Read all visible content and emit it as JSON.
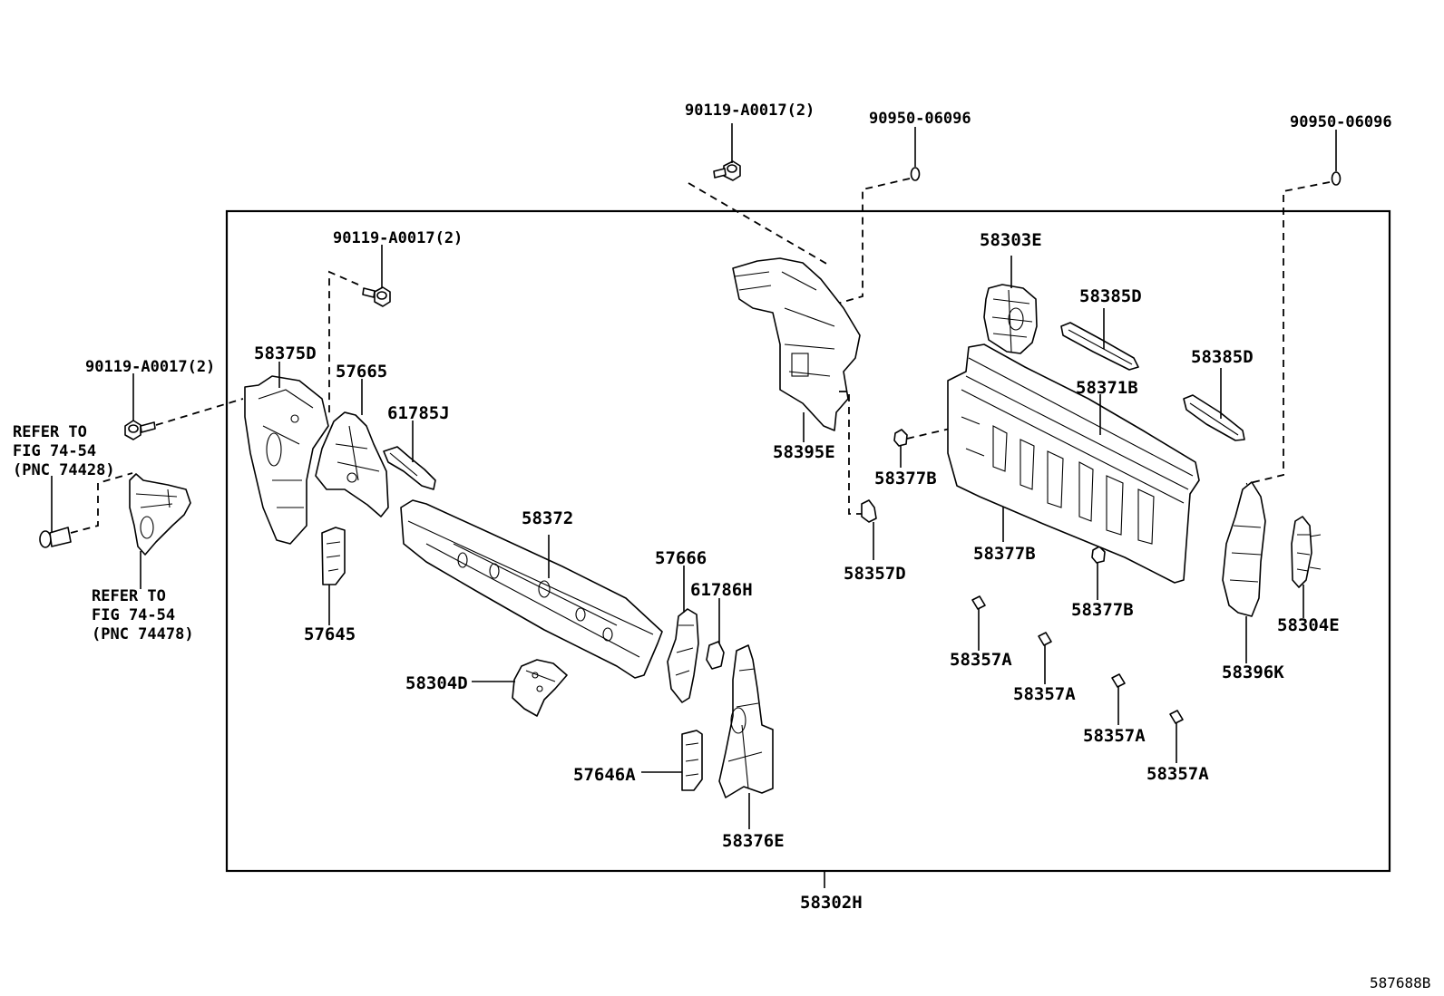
{
  "diagram_id": "587688B",
  "labels": {
    "bolt_top": "90119-A0017(2)",
    "plug_top": "90950-06096",
    "plug_right": "90950-06096",
    "bolt_mid": "90119-A0017(2)",
    "bolt_left": "90119-A0017(2)",
    "refer_top_1": "REFER TO",
    "refer_top_2": "FIG 74-54",
    "refer_top_3": "(PNC 74428)",
    "refer_bot_1": "REFER TO",
    "refer_bot_2": "FIG 74-54",
    "refer_bot_3": "(PNC 74478)",
    "p58375D": "58375D",
    "p57665": "57665",
    "p61785J": "61785J",
    "p57645": "57645",
    "p58372": "58372",
    "p58304D": "58304D",
    "p57666": "57666",
    "p61786H": "61786H",
    "p57646A": "57646A",
    "p58376E": "58376E",
    "p58395E": "58395E",
    "p58303E": "58303E",
    "p58385D_a": "58385D",
    "p58385D_b": "58385D",
    "p58371B": "58371B",
    "p58377B_a": "58377B",
    "p58377B_b": "58377B",
    "p58377B_c": "58377B",
    "p58357D": "58357D",
    "p58357A_a": "58357A",
    "p58357A_b": "58357A",
    "p58357A_c": "58357A",
    "p58357A_d": "58357A",
    "p58396K": "58396K",
    "p58304E": "58304E",
    "p58302H": "58302H"
  }
}
